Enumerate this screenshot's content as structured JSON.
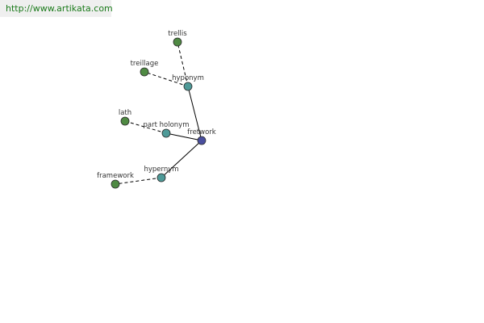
{
  "header": {
    "url": "http://www.artikata.com"
  },
  "colors": {
    "center_node": "#4a4f9e",
    "relation_node": "#4e9a98",
    "leaf_node": "#4f8a43",
    "url_text": "#1a7a1a"
  },
  "graph": {
    "center": "fretwork",
    "relations": [
      {
        "id": "hyponym",
        "label": "hyponym",
        "terms": [
          "trellis",
          "treillage"
        ]
      },
      {
        "id": "part-holonym",
        "label": "part holonym",
        "terms": [
          "lath"
        ]
      },
      {
        "id": "hypernym",
        "label": "hypernym",
        "terms": [
          "framework"
        ]
      }
    ]
  }
}
